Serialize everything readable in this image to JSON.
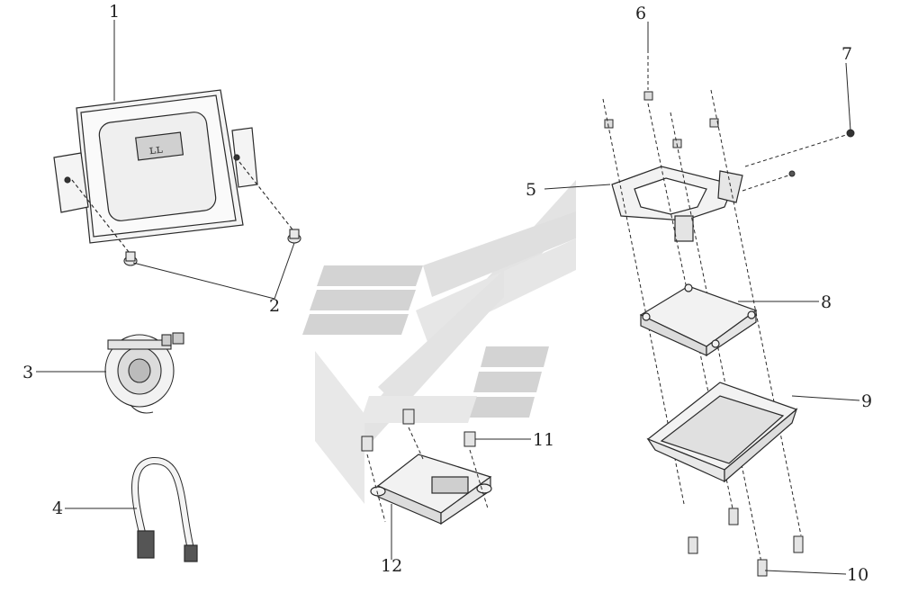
{
  "diagram": {
    "part_labels": [
      "1",
      "2",
      "3",
      "4",
      "5",
      "6",
      "7",
      "8",
      "9",
      "10",
      "11",
      "12"
    ]
  },
  "colors": {
    "line": "#2a2a2a",
    "watermark_gray": "#cfcfcf",
    "watermark_light": "#e2e2e2",
    "part_fill": "#f4f4f4",
    "part_shade": "#d8d8d8"
  }
}
